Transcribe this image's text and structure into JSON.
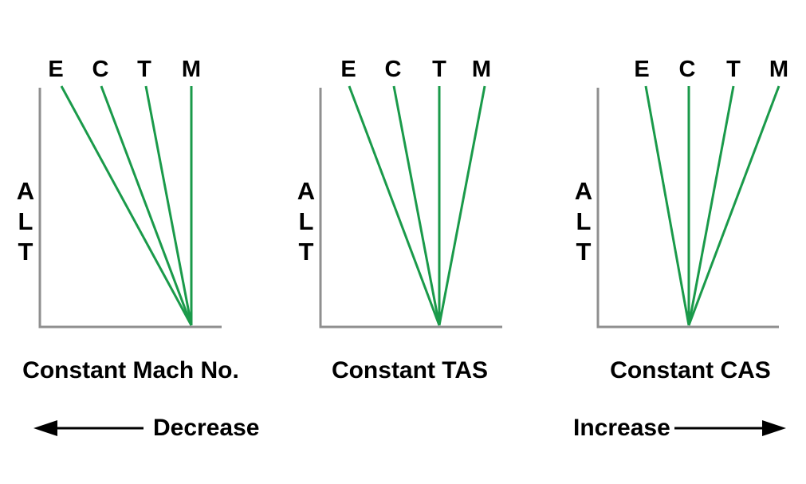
{
  "colors": {
    "line": "#1a9a4a",
    "axis": "#8f8f8f",
    "text": "#000000"
  },
  "speed_labels": [
    "E",
    "C",
    "T",
    "M"
  ],
  "alt_letters": [
    "A",
    "L",
    "T"
  ],
  "panels": [
    {
      "caption": "Constant Mach No."
    },
    {
      "caption": "Constant TAS"
    },
    {
      "caption": "Constant CAS"
    }
  ],
  "directions": {
    "decrease": "Decrease",
    "increase": "Increase"
  }
}
